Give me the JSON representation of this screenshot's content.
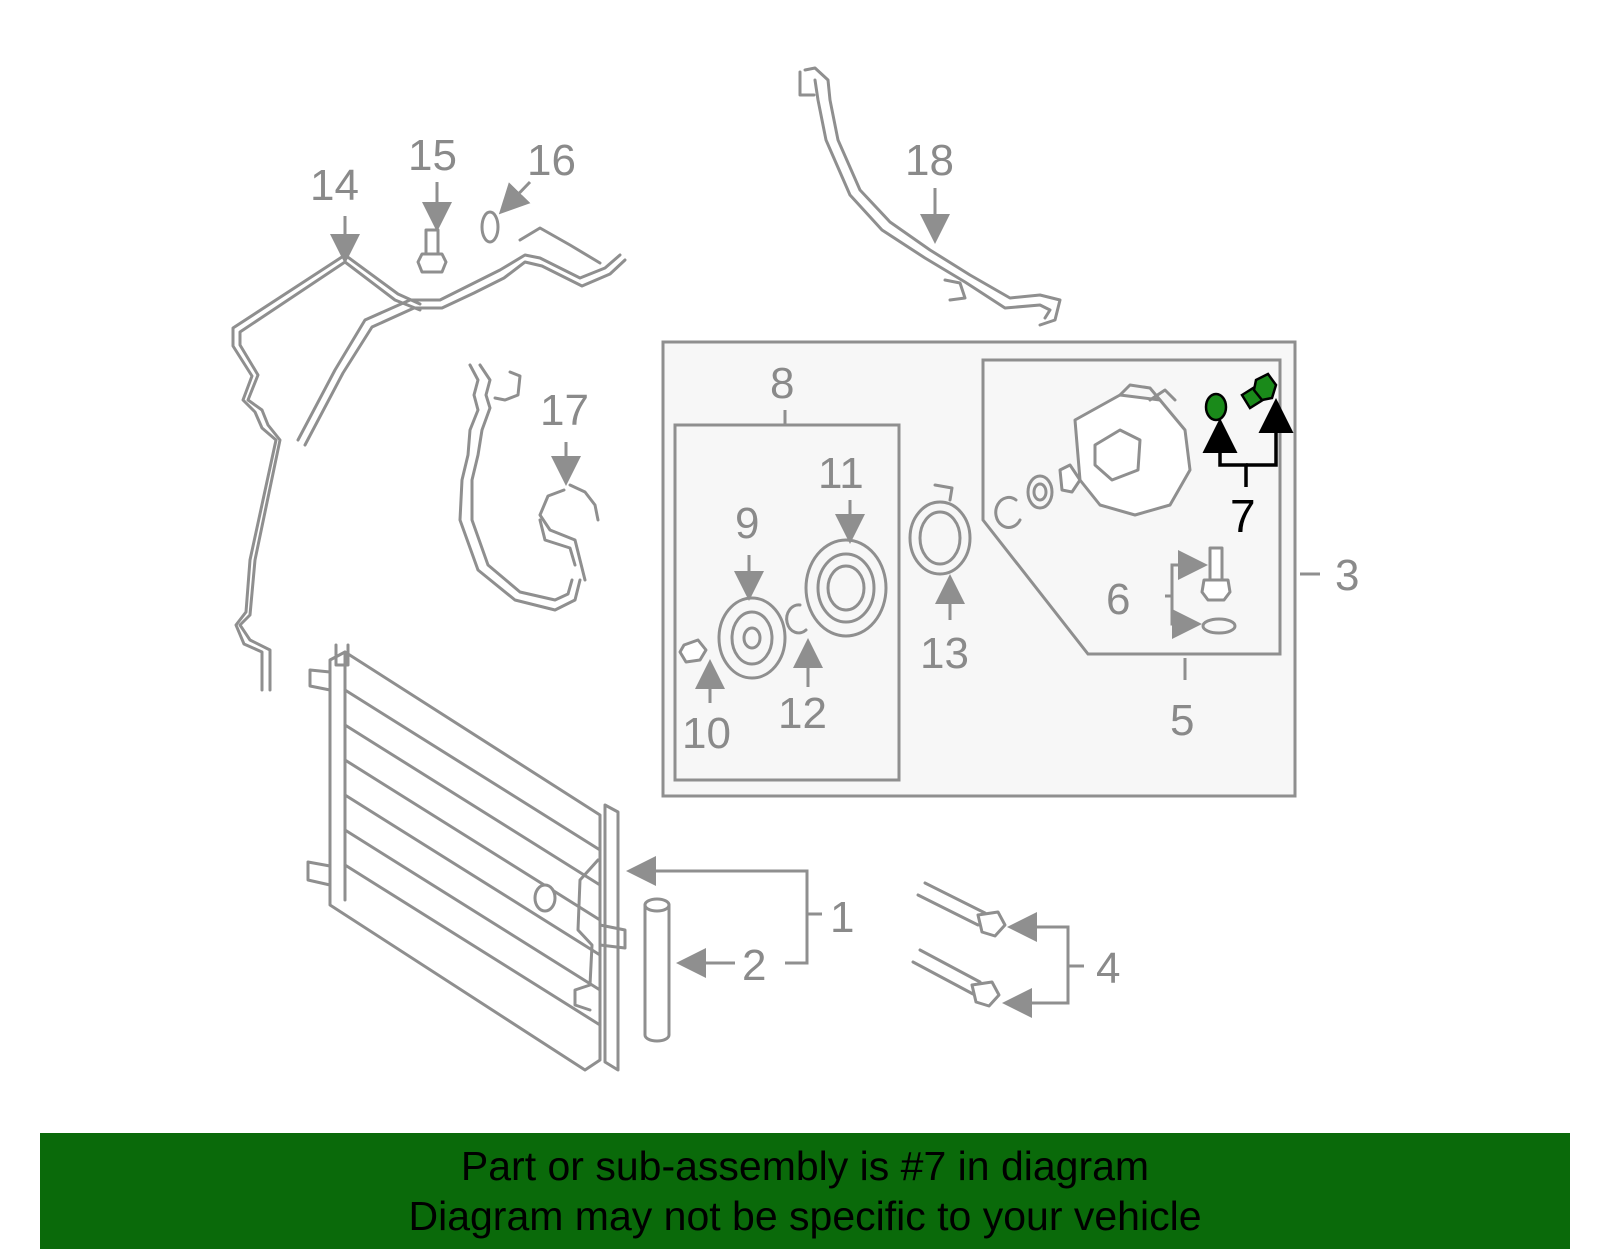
{
  "callouts": {
    "c1": "1",
    "c2": "2",
    "c3": "3",
    "c4": "4",
    "c5": "5",
    "c6": "6",
    "c7": "7",
    "c8": "8",
    "c9": "9",
    "c10": "10",
    "c11": "11",
    "c12": "12",
    "c13": "13",
    "c14": "14",
    "c15": "15",
    "c16": "16",
    "c17": "17",
    "c18": "18"
  },
  "highlight": {
    "callout": "7",
    "color": "#1a8a1a"
  },
  "banner": {
    "line1": "Part or sub-assembly is #7 in diagram",
    "line2": "Diagram may not be specific to your vehicle",
    "background": "#0a6a0a"
  },
  "colors": {
    "line": "#8f8f8f",
    "panel": "#f7f7f7",
    "label": "#8a8a8a"
  }
}
